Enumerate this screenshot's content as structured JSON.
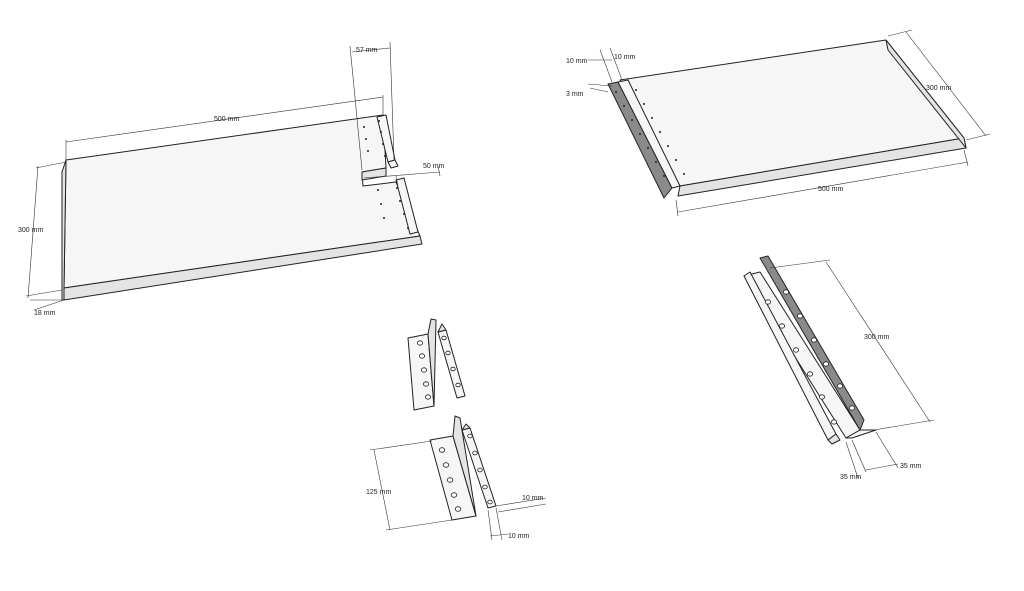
{
  "labels": {
    "left_board": {
      "width": "500 mm",
      "depth": "300 mm",
      "thickness": "18 mm",
      "notch_width": "57 mm",
      "notch_depth": "50 mm"
    },
    "right_board": {
      "width": "500 mm",
      "depth": "300 mm",
      "edge_a": "10 mm",
      "edge_b": "10 mm",
      "edge_c": "3 mm"
    },
    "hinge": {
      "height": "125 mm",
      "leaf_a": "10 mm",
      "leaf_b": "10 mm"
    },
    "angle_bracket": {
      "length": "300 mm",
      "leg_a": "35 mm",
      "leg_b": "35 mm"
    }
  }
}
